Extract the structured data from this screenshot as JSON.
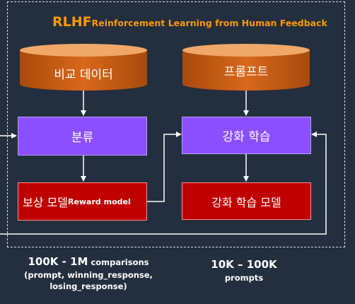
{
  "title": {
    "main": "RLHF",
    "sub": "Reinforcement Learning from Human Feedback"
  },
  "cylinders": {
    "compare_data": "비교 데이터",
    "prompts": "프롬프트"
  },
  "boxes": {
    "classify": "분류",
    "reward_model_ko": "보상 모델",
    "reward_model_en": "Reward model",
    "rl": "강화 학습",
    "rl_model": "강화 학습 모델"
  },
  "captions": {
    "left_big": "100K - 1M",
    "left_inline": " comparisons",
    "left_line2": "(prompt, winning_response,",
    "left_line3": "losing_response)",
    "right_big": "10K – 100K",
    "right_small": "prompts"
  },
  "colors": {
    "background": "#232f3e",
    "accent": "#ff9900",
    "cylinder": "#c55a11",
    "purple_box": "#8c4fff",
    "red_box": "#c00000"
  }
}
